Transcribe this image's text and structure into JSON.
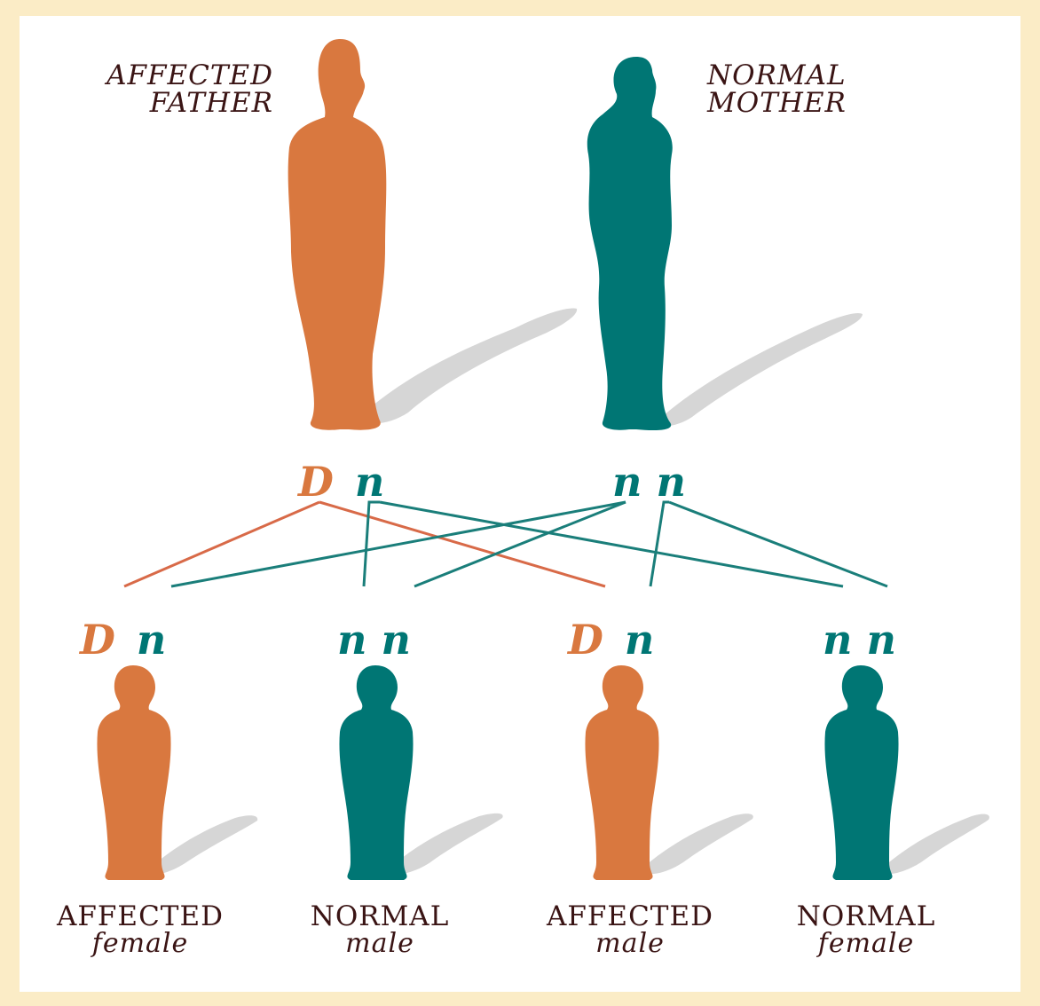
{
  "colors": {
    "affected": "#d9783f",
    "normal": "#007674",
    "line_affected": "#d86a48",
    "line_normal": "#1a7e7a",
    "shadow": "#d6d6d6",
    "label": "#3a1414",
    "border": "#fbecc6"
  },
  "parents": {
    "father": {
      "label_line1": "AFFECTED",
      "label_line2": "FATHER",
      "allele1": "D",
      "allele2": "n"
    },
    "mother": {
      "label_line1": "NORMAL",
      "label_line2": "MOTHER",
      "allele1": "n",
      "allele2": "n"
    }
  },
  "children": [
    {
      "status": "AFFECTED",
      "sex": "female",
      "allele1": "D",
      "allele2": "n"
    },
    {
      "status": "NORMAL",
      "sex": "male",
      "allele1": "n",
      "allele2": "n"
    },
    {
      "status": "AFFECTED",
      "sex": "male",
      "allele1": "D",
      "allele2": "n"
    },
    {
      "status": "NORMAL",
      "sex": "female",
      "allele1": "n",
      "allele2": "n"
    }
  ]
}
